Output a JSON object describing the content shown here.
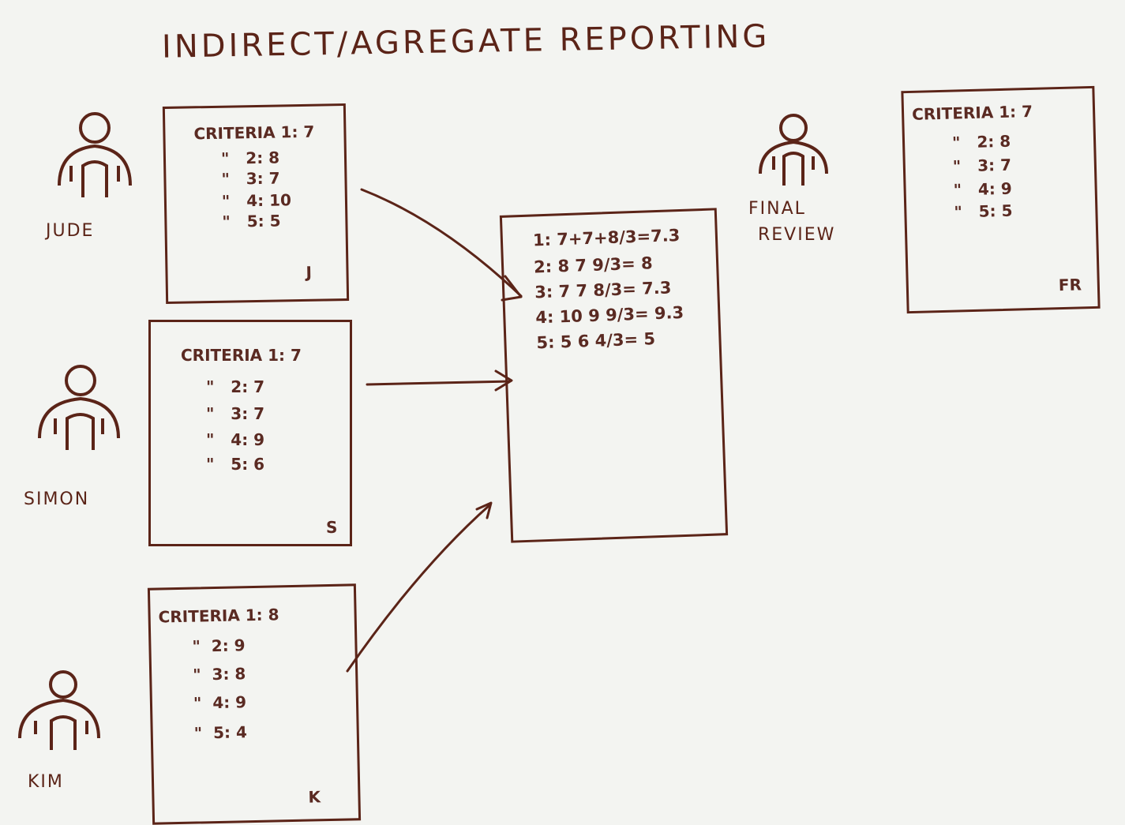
{
  "title": "INDIRECT/AGREGATE REPORTING",
  "reviewers": [
    {
      "name": "JUDE",
      "initial": "J",
      "rows": [
        "CRITERIA 1: 7",
        "\"   2: 8",
        "\"   3: 7",
        "\"   4: 10",
        "\"   5: 5"
      ]
    },
    {
      "name": "SIMON",
      "initial": "S",
      "rows": [
        "CRITERIA 1: 7",
        "\"   2: 7",
        "\"   3: 7",
        "\"   4: 9",
        "\"   5: 6"
      ]
    },
    {
      "name": "KIM",
      "initial": "K",
      "rows": [
        "CRITERIA 1: 8",
        "\"  2: 9",
        "\"  3: 8",
        "\"  4: 9",
        "\"  5: 4"
      ]
    }
  ],
  "aggregate": {
    "rows": [
      "1: 7+7+8/3=7.3",
      "2: 8 7 9/3= 8",
      "3: 7 7 8/3= 7.3",
      "4: 10 9 9/3= 9.3",
      "5: 5 6 4/3= 5"
    ]
  },
  "final": {
    "label_line1": "FINAL",
    "label_line2": "REVIEW",
    "initial": "FR",
    "rows": [
      "CRITERIA 1: 7",
      "\"   2: 8",
      "\"   3: 7",
      "\"   4: 9",
      "\"   5: 5"
    ]
  },
  "colors": {
    "ink": "#5b2418",
    "paper": "#f3f4f1"
  }
}
